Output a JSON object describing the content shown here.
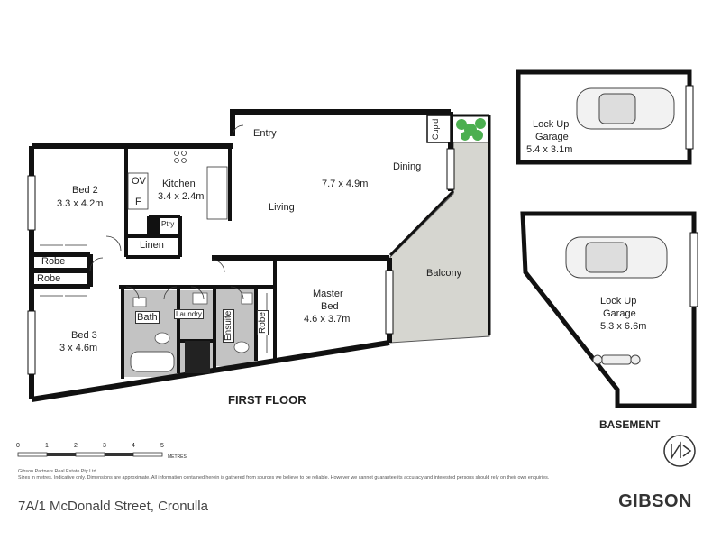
{
  "rooms": {
    "bed2": {
      "name": "Bed 2",
      "dims": "3.3 x 4.2m"
    },
    "kitchen": {
      "name": "Kitchen",
      "dims": "3.4 x 2.4m"
    },
    "ov": "OV",
    "f": "F",
    "ptry": "Ptry",
    "linen": "Linen",
    "entry": "Entry",
    "living_dims": "7.7 x 4.9m",
    "dining": "Dining",
    "living": "Living",
    "cupd": "Cup'd",
    "robe": "Robe",
    "bed3": {
      "name": "Bed 3",
      "dims": "3 x 4.6m"
    },
    "bath": "Bath",
    "laundry": "Laundry",
    "ensuite": "Ensuite",
    "master": {
      "name": "Master",
      "name2": "Bed",
      "dims": "4.6 x 3.7m"
    },
    "balcony": "Balcony",
    "garage1": {
      "name": "Lock Up",
      "name2": "Garage",
      "dims": "5.4 x 3.1m"
    },
    "garage2": {
      "name": "Lock Up",
      "name2": "Garage",
      "dims": "5.3 x 6.6m"
    }
  },
  "floor_labels": {
    "first": "FIRST FLOOR",
    "basement": "BASEMENT"
  },
  "scale": {
    "ticks": [
      "0",
      "1",
      "2",
      "3",
      "4",
      "5"
    ],
    "unit": "METRES"
  },
  "disclaimer": {
    "company": "Gibson Partners Real Estate Pty Ltd",
    "text": "Sizes in metres. Indicative only. Dimensions are approximate. All information contained herein is gathered from sources we believe to be reliable. However we cannot guarantee its accuracy and interested persons should rely on their own enquiries."
  },
  "address": "7A/1 McDonald Street, Cronulla",
  "brand": "GIBSON",
  "colors": {
    "wall": "#111111",
    "balcony": "#d6d6d0",
    "wet_area": "#bdbdbd",
    "plant": "#4caf50"
  }
}
